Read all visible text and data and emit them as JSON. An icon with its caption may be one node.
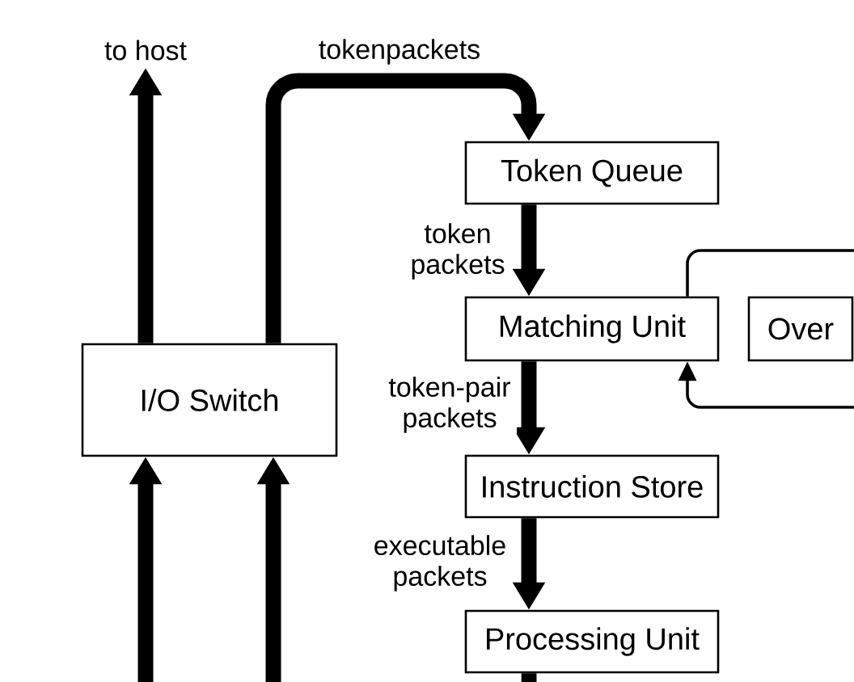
{
  "diagram": {
    "nodes": [
      {
        "text": [
          "I/O Switch"
        ]
      },
      {
        "text": [
          "Token Queue"
        ]
      },
      {
        "text": [
          "Matching Unit"
        ]
      },
      {
        "text": [
          "Over"
        ]
      },
      {
        "text": [
          "Instruction Store"
        ]
      },
      {
        "text": [
          "Processing Unit"
        ]
      }
    ],
    "edges": [
      {
        "from": 0,
        "to": null,
        "arrow": "to",
        "label": "to host"
      },
      {
        "from": 0,
        "to": 1,
        "arrow": "to",
        "label": "tokenpackets"
      },
      {
        "from": 1,
        "to": 2,
        "arrow": "to",
        "label": "token packets"
      },
      {
        "from": 2,
        "to": 4,
        "arrow": "to",
        "label": "token-pair packets"
      },
      {
        "from": 4,
        "to": 5,
        "arrow": "to",
        "label": "executable packets"
      },
      {
        "from": 5,
        "to": null,
        "arrow": "none"
      },
      {
        "from": null,
        "to": 0,
        "arrow": "to"
      },
      {
        "from": null,
        "to": 0,
        "arrow": "to"
      },
      {
        "from": 2,
        "to": null,
        "arrow": "none"
      },
      {
        "from": null,
        "to": 2,
        "arrow": "to"
      }
    ]
  }
}
